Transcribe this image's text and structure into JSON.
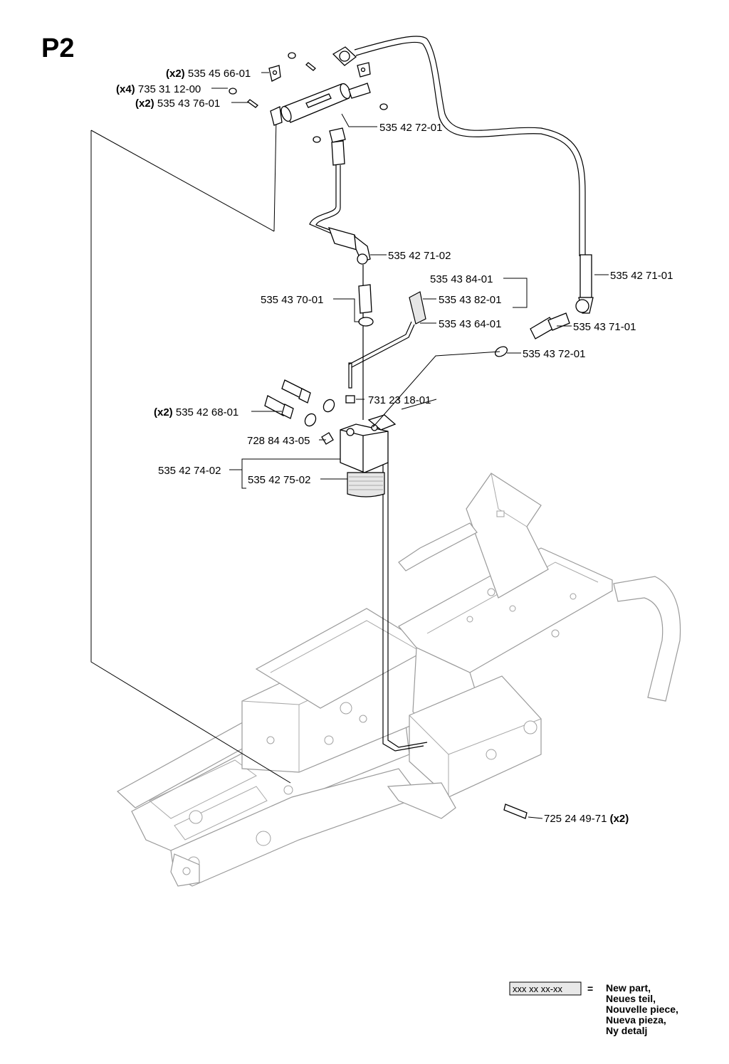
{
  "page": {
    "title": "P2"
  },
  "callouts": [
    {
      "id": "c1",
      "qty": "(x2)",
      "part": "535 45 66-01"
    },
    {
      "id": "c2",
      "qty": "(x4)",
      "part": "735 31 12-00"
    },
    {
      "id": "c3",
      "qty": "(x2)",
      "part": "535 43 76-01"
    },
    {
      "id": "c4",
      "qty": "",
      "part": "535 42 72-01"
    },
    {
      "id": "c5",
      "qty": "",
      "part": "535 42 71-02"
    },
    {
      "id": "c6",
      "qty": "",
      "part": "535 43 84-01"
    },
    {
      "id": "c7",
      "qty": "",
      "part": "535 43 70-01"
    },
    {
      "id": "c8",
      "qty": "",
      "part": "535 43 82-01"
    },
    {
      "id": "c9",
      "qty": "",
      "part": "535 43 64-01"
    },
    {
      "id": "c10",
      "qty": "",
      "part": "535 42 71-01"
    },
    {
      "id": "c11",
      "qty": "",
      "part": "535 43 71-01"
    },
    {
      "id": "c12",
      "qty": "",
      "part": "535 43 72-01"
    },
    {
      "id": "c13",
      "qty": "",
      "part": "731 23 18-01"
    },
    {
      "id": "c14",
      "qty": "(x2)",
      "part": "535 42 68-01"
    },
    {
      "id": "c15",
      "qty": "",
      "part": "728 84 43-05"
    },
    {
      "id": "c16",
      "qty": "",
      "part": "535 42 74-02"
    },
    {
      "id": "c17",
      "qty": "",
      "part": "535 42 75-02"
    },
    {
      "id": "c18",
      "qty": "(x2)",
      "part": "725 24 49-71"
    }
  ],
  "legend": {
    "sample": "xxx xx xx-xx",
    "equals": "=",
    "lines": [
      "New part,",
      "Neues teil,",
      "Nouvelle piece,",
      "Nueva pieza,",
      "Ny detalj"
    ]
  }
}
